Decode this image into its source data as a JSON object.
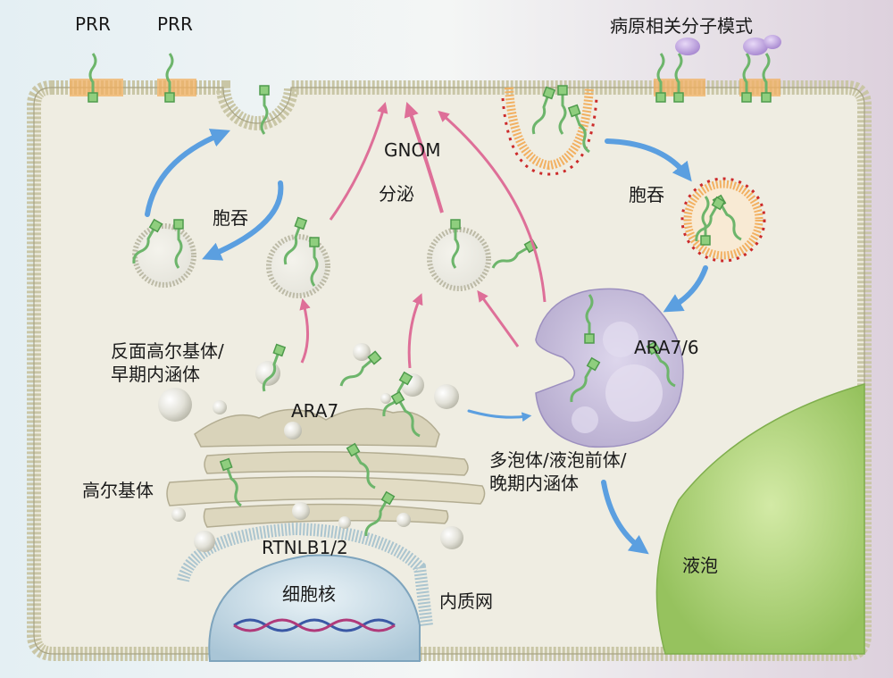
{
  "labels": {
    "prr_left": "PRR",
    "prr_right": "PRR",
    "pamp": "病原相关分子模式",
    "gnom": "GNOM",
    "secretion": "分泌",
    "endocytosis_left": "胞吞",
    "endocytosis_right": "胞吞",
    "tgn_line1": "反面高尔基体/",
    "tgn_line2": "早期内涵体",
    "ara7": "ARA7",
    "ara76": "ARA7/6",
    "golgi": "高尔基体",
    "mvb_line1": "多泡体/液泡前体/",
    "mvb_line2": "晚期内涵体",
    "rtnlb": "RTNLB1/2",
    "nucleus": "细胞核",
    "er": "内质网",
    "vacuole": "液泡"
  },
  "colors": {
    "cytoplasm": "#efede2",
    "membrane": "#c9c6a6",
    "receptor": "#6db56b",
    "pink_arrow": "#de6f98",
    "blue_arrow": "#5b9fe0",
    "vacuole": "#a8ce6d",
    "mvb": "#c7bedc",
    "nucleus": "#bfd6e4",
    "golgi": "#d7d1b7",
    "pamp": "#b99dd6",
    "raft": "#f2b061",
    "red_dot": "#cc2a2a"
  }
}
